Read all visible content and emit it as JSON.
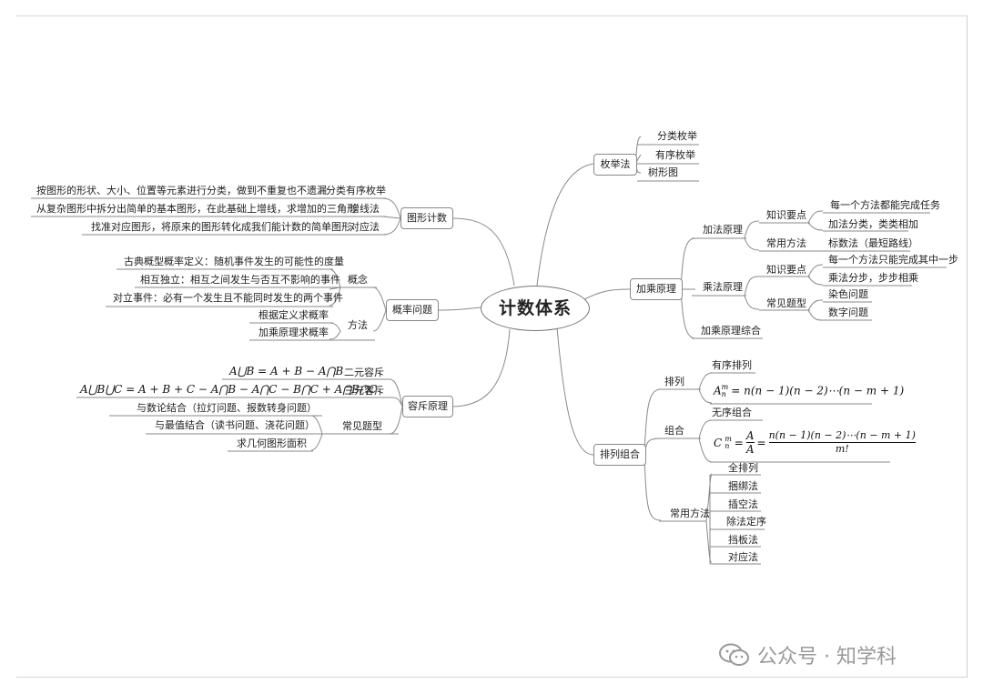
{
  "center": "计数体系",
  "left": {
    "graph_count": {
      "label": "图形计数",
      "items": [
        {
          "text": "按图形的形状、大小、位置等元素进行分类，做到不重复也不遗漏",
          "method": "分类有序枚举"
        },
        {
          "text": "从复杂图形中拆分出简单的基本图形，在此基础上增线，求增加的三角形",
          "method": "增线法"
        },
        {
          "text": "找准对应图形，将原来的图形转化成我们能计数的简单图形",
          "method": "对应法"
        }
      ]
    },
    "probability": {
      "label": "概率问题",
      "concept": {
        "label": "概念",
        "items": [
          "古典概型概率定义：随机事件发生的可能性的度量",
          "相互独立：相互之间发生与否互不影响的事件",
          "对立事件：必有一个发生且不能同时发生的两个事件"
        ]
      },
      "method": {
        "label": "方法",
        "items": [
          "根据定义求概率",
          "加乘原理求概率"
        ]
      }
    },
    "inclusion_exclusion": {
      "label": "容斥原理",
      "two": {
        "formula": "A⋃B = A + B − A⋂B",
        "label": "二元容斥"
      },
      "three": {
        "formula": "A⋃B⋃C = A + B + C − A⋂B − A⋂C − B⋂C + A⋂B⋂C",
        "label": "三元容斥"
      },
      "common": {
        "label": "常见题型",
        "items": [
          "与数论结合（拉灯问题、报数转身问题）",
          "与最值结合（读书问题、浇花问题）",
          "求几何图形面积"
        ]
      }
    }
  },
  "right": {
    "enumeration": {
      "label": "枚举法",
      "items": [
        "分类枚举",
        "有序枚举",
        "树形图"
      ]
    },
    "add_mult": {
      "label": "加乘原理",
      "addition": {
        "label": "加法原理",
        "knowledge": {
          "label": "知识要点",
          "items": [
            "每一个方法都能完成任务",
            "加法分类，类类相加"
          ]
        },
        "method": {
          "label": "常用方法",
          "items": [
            "标数法（最短路线）"
          ]
        }
      },
      "multiplication": {
        "label": "乘法原理",
        "knowledge": {
          "label": "知识要点",
          "items": [
            "每一个方法只能完成其中一步",
            "乘法分步，步步相乘"
          ]
        },
        "common": {
          "label": "常见题型",
          "items": [
            "染色问题",
            "数字问题"
          ]
        }
      },
      "combined": "加乘原理综合"
    },
    "perm_comb": {
      "label": "排列组合",
      "perm": {
        "label": "排列",
        "sub": "有序排列",
        "formula_lhs": "A",
        "formula_sup": "m",
        "formula_sub": "n",
        "formula_rhs": "= n(n − 1)(n − 2)⋯(n − m + 1)"
      },
      "comb": {
        "label": "组合",
        "sub": "无序组合",
        "formula_lhs": "C",
        "formula_sup": "m",
        "formula_sub": "n",
        "frac1_num": "A",
        "frac1_den": "A",
        "frac2_num": "n(n − 1)(n − 2)⋯(n − m + 1)",
        "frac2_den": "m!"
      },
      "methods": {
        "label": "常用方法",
        "items": [
          "全排列",
          "捆绑法",
          "插空法",
          "除法定序",
          "挡板法",
          "对应法"
        ]
      }
    }
  },
  "watermark": "公众号 · 知学科"
}
